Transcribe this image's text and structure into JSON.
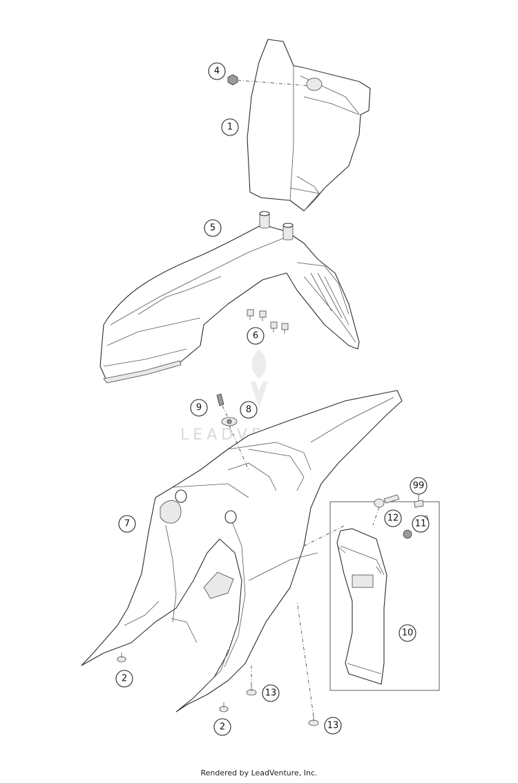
{
  "watermark": {
    "brand": "LEADVENTURE"
  },
  "callouts": [
    {
      "id": "c4",
      "label": "4"
    },
    {
      "id": "c1",
      "label": "1"
    },
    {
      "id": "c5",
      "label": "5"
    },
    {
      "id": "c6",
      "label": "6"
    },
    {
      "id": "c9",
      "label": "9"
    },
    {
      "id": "c8",
      "label": "8"
    },
    {
      "id": "c99",
      "label": "99"
    },
    {
      "id": "c7",
      "label": "7"
    },
    {
      "id": "c11",
      "label": "11"
    },
    {
      "id": "c12",
      "label": "12"
    },
    {
      "id": "c10",
      "label": "10"
    },
    {
      "id": "c2a",
      "label": "2"
    },
    {
      "id": "c13a",
      "label": "13"
    },
    {
      "id": "c2b",
      "label": "2"
    },
    {
      "id": "c13b",
      "label": "13"
    }
  ],
  "footer": {
    "text": "Rendered by LeadVenture, Inc."
  }
}
